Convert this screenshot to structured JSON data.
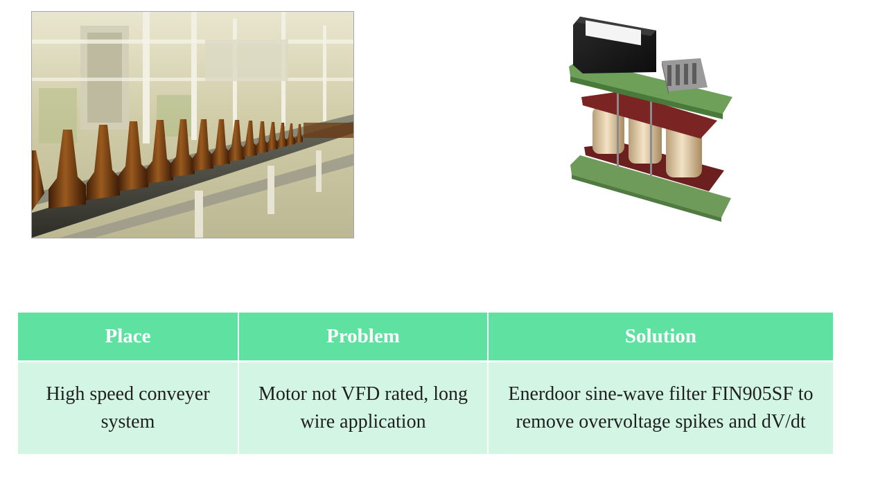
{
  "images": {
    "conveyor": {
      "icon": "bottle-conveyor-photo"
    },
    "filter": {
      "icon": "sine-wave-filter-photo"
    }
  },
  "table": {
    "headers": {
      "place": "Place",
      "problem": "Problem",
      "solution": "Solution"
    },
    "row": {
      "place": "High speed conveyer system",
      "problem": "Motor not VFD rated, long wire application",
      "solution": "Enerdoor sine-wave filter FIN905SF to remove overvoltage spikes and dV/dt"
    }
  },
  "colors": {
    "header_bg": "#5fe2a1",
    "row_bg": "#d3f5e3",
    "header_text": "#ffffff",
    "body_text": "#1f1f1f"
  }
}
